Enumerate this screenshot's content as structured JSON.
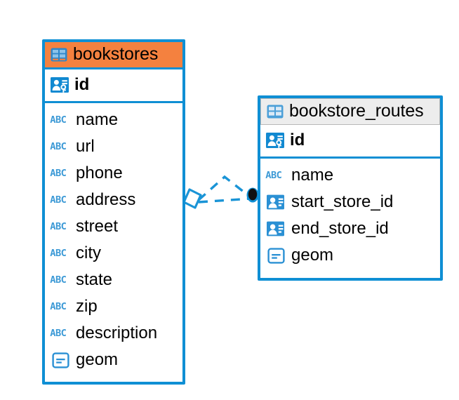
{
  "diagram": {
    "type": "entity-relationship-diagram",
    "background_color": "#ffffff",
    "accent_color": "#0f8fd4",
    "highlight_color": "#f4813f",
    "neutral_header_color": "#ededed"
  },
  "entities": [
    {
      "name": "bookstores",
      "header_style": "accent",
      "table_icon": "table-icon",
      "primary_key": {
        "label": "id",
        "icon": "primary-key-icon"
      },
      "fields": [
        {
          "label": "name",
          "icon": "text-type-icon"
        },
        {
          "label": "url",
          "icon": "text-type-icon"
        },
        {
          "label": "phone",
          "icon": "text-type-icon"
        },
        {
          "label": "address",
          "icon": "text-type-icon"
        },
        {
          "label": "street",
          "icon": "text-type-icon"
        },
        {
          "label": "city",
          "icon": "text-type-icon"
        },
        {
          "label": "state",
          "icon": "text-type-icon"
        },
        {
          "label": "zip",
          "icon": "text-type-icon"
        },
        {
          "label": "description",
          "icon": "text-type-icon"
        },
        {
          "label": "geom",
          "icon": "geometry-type-icon"
        }
      ]
    },
    {
      "name": "bookstore_routes",
      "header_style": "neutral",
      "table_icon": "table-icon",
      "primary_key": {
        "label": "id",
        "icon": "primary-key-icon"
      },
      "fields": [
        {
          "label": "name",
          "icon": "text-type-icon"
        },
        {
          "label": "start_store_id",
          "icon": "foreign-key-icon"
        },
        {
          "label": "end_store_id",
          "icon": "foreign-key-icon"
        },
        {
          "label": "geom",
          "icon": "geometry-type-icon"
        }
      ]
    }
  ],
  "relationship": {
    "from_entity": "bookstores",
    "to_entity": "bookstore_routes",
    "from_marker": "diamond-marker",
    "to_marker": "filled-circle-marker",
    "line_style": "dashed",
    "line_color": "#0f8fd4"
  },
  "icon_glyphs": {
    "text_type_label": "ABC"
  }
}
